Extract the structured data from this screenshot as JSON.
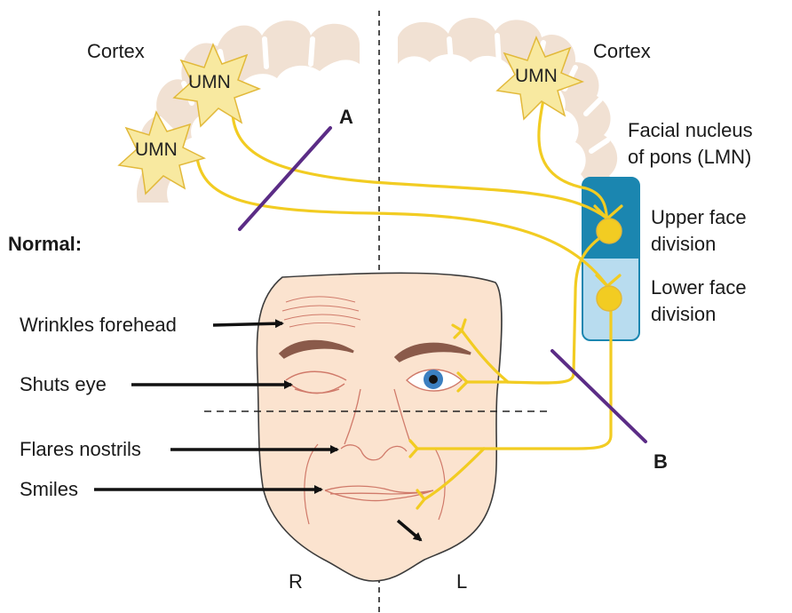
{
  "labels": {
    "cortex_left": "Cortex",
    "cortex_right": "Cortex",
    "umn_1": "UMN",
    "umn_2": "UMN",
    "umn_3": "UMN",
    "lesion_a": "A",
    "lesion_b": "B",
    "facial_nucleus_line1": "Facial nucleus",
    "facial_nucleus_line2": "of pons (LMN)",
    "upper_face_line1": "Upper face",
    "upper_face_line2": "division",
    "lower_face_line1": "Lower face",
    "lower_face_line2": "division",
    "normal_heading": "Normal:",
    "wrinkles_forehead": "Wrinkles forehead",
    "shuts_eye": "Shuts eye",
    "flares_nostrils": "Flares nostrils",
    "smiles": "Smiles",
    "side_right": "R",
    "side_left": "L"
  },
  "colors": {
    "cortex": "#f1e1d3",
    "neuron": "#f8e9a0",
    "neuron_outline": "#e2b93a",
    "pathway": "#f2cc22",
    "lesion_line": "#5b2c86",
    "nucleus_upper": "#1b86b0",
    "nucleus_lower": "#b8dcef",
    "face_skin": "#fbe3cf",
    "face_outline": "#3c3c3c",
    "eyebrow": "#8a5a4a",
    "iris": "#3b7fc0",
    "arrow": "#111111"
  }
}
